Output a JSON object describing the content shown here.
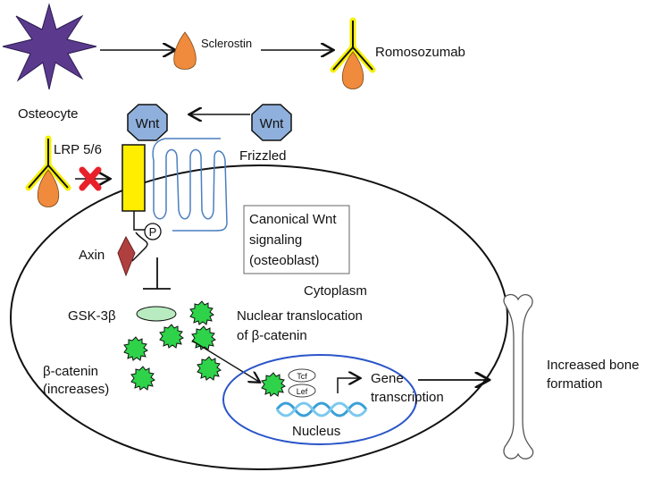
{
  "labels": {
    "osteocyte": "Osteocyte",
    "sclerostin": "Sclerostin",
    "romosozumab": "Romosozumab",
    "wnt_bound": "Wnt",
    "wnt_free": "Wnt",
    "lrp": "LRP 5/6",
    "frizzled": "Frizzled",
    "phospho": "P",
    "axin": "Axin",
    "box_line1": "Canonical Wnt",
    "box_line2": "signaling",
    "box_line3": "(osteoblast)",
    "cytoplasm": "Cytoplasm",
    "gsk": "GSK-3β",
    "translocation_line1": "Nuclear translocation",
    "translocation_line2": "of β-catenin",
    "catenin_line1": "β-catenin",
    "catenin_line2": "(increases)",
    "tcf": "Tcf",
    "lef": "Lef",
    "gene_line1": "Gene",
    "gene_line2": "transcription",
    "nucleus": "Nucleus",
    "bone_line1": "Increased bone",
    "bone_line2": "formation"
  },
  "colors": {
    "osteocyte": "#5b3a8e",
    "sclerostin": "#f08a3c",
    "antibody_glow": "#f5f000",
    "wnt": "#8fb0dc",
    "lrp": "#ffee00",
    "frizzled": "#4a7fbf",
    "blocked": "#e8202a",
    "axin": "#b04040",
    "gsk": "#b8ecc0",
    "catenin": "#2ed34a",
    "nucleus": "#2a55c8"
  }
}
